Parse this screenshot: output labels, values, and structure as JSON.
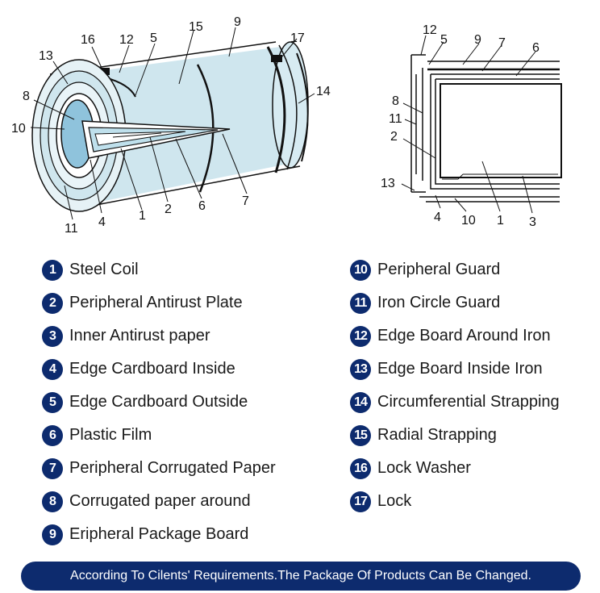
{
  "callouts_left": [
    "16",
    "12",
    "5",
    "15",
    "9",
    "17",
    "13",
    "8",
    "10",
    "14",
    "4",
    "1",
    "2",
    "6",
    "7",
    "11"
  ],
  "callouts_right": [
    "12",
    "5",
    "9",
    "7",
    "6",
    "8",
    "11",
    "2",
    "13",
    "4",
    "10",
    "1",
    "3"
  ],
  "legend": [
    {
      "num": "1",
      "label": "Steel Coil"
    },
    {
      "num": "2",
      "label": "Peripheral Antirust Plate"
    },
    {
      "num": "3",
      "label": "Inner Antirust paper"
    },
    {
      "num": "4",
      "label": "Edge Cardboard Inside"
    },
    {
      "num": "5",
      "label": "Edge Cardboard Outside"
    },
    {
      "num": "6",
      "label": "Plastic Film"
    },
    {
      "num": "7",
      "label": "Peripheral Corrugated Paper"
    },
    {
      "num": "8",
      "label": "Corrugated paper around"
    },
    {
      "num": "9",
      "label": "Eripheral Package Board"
    },
    {
      "num": "10",
      "label": "Peripheral Guard"
    },
    {
      "num": "11",
      "label": "Iron Circle Guard"
    },
    {
      "num": "12",
      "label": "Edge Board Around Iron"
    },
    {
      "num": "13",
      "label": "Edge Board Inside Iron"
    },
    {
      "num": "14",
      "label": "Circumferential Strapping"
    },
    {
      "num": "15",
      "label": "Radial Strapping"
    },
    {
      "num": "16",
      "label": "Lock Washer"
    },
    {
      "num": "17",
      "label": "Lock"
    }
  ],
  "footer": "According To Cilents' Requirements.The Package Of Products Can Be Changed.",
  "colors": {
    "badge": "#0d2b6e",
    "footer_bg": "#0d2b6e",
    "coil_fill": "#cfe6ee",
    "core_fill": "#8fc3dc",
    "line": "#111111"
  }
}
